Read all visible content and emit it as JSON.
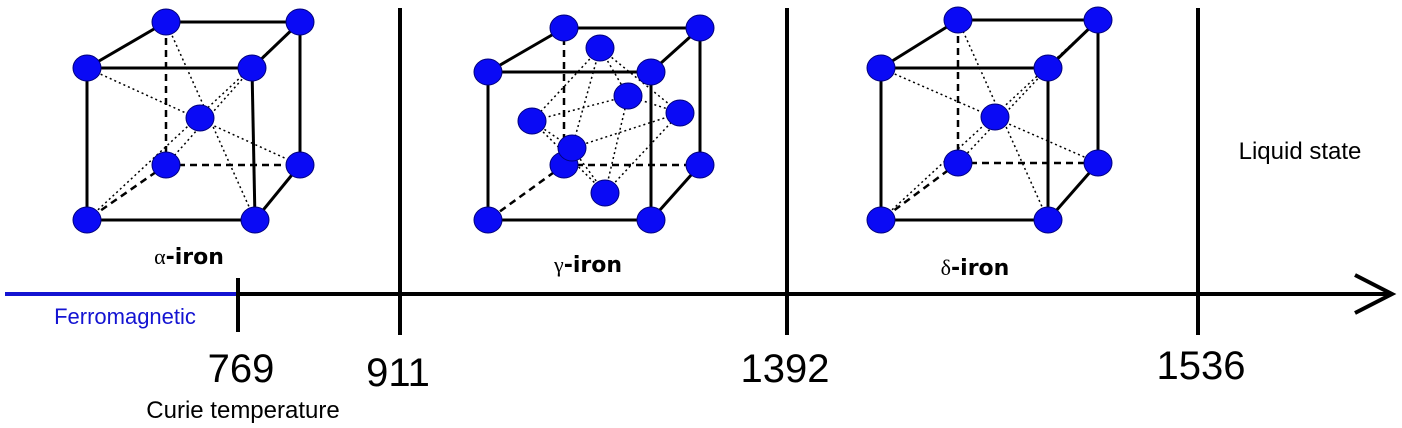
{
  "phases": [
    {
      "greek": "α",
      "name": "-iron"
    },
    {
      "greek": "γ",
      "name": "-iron"
    },
    {
      "greek": "δ",
      "name": "-iron"
    }
  ],
  "liquid_label": "Liquid state",
  "ferromagnetic_label": "Ferromagnetic",
  "curie_label": "Curie temperature",
  "temperatures": [
    "769",
    "911",
    "1392",
    "1536"
  ],
  "colors": {
    "atom": "#0a0af5",
    "ferromagnetic": "#1414d2",
    "lines": "#000000"
  }
}
